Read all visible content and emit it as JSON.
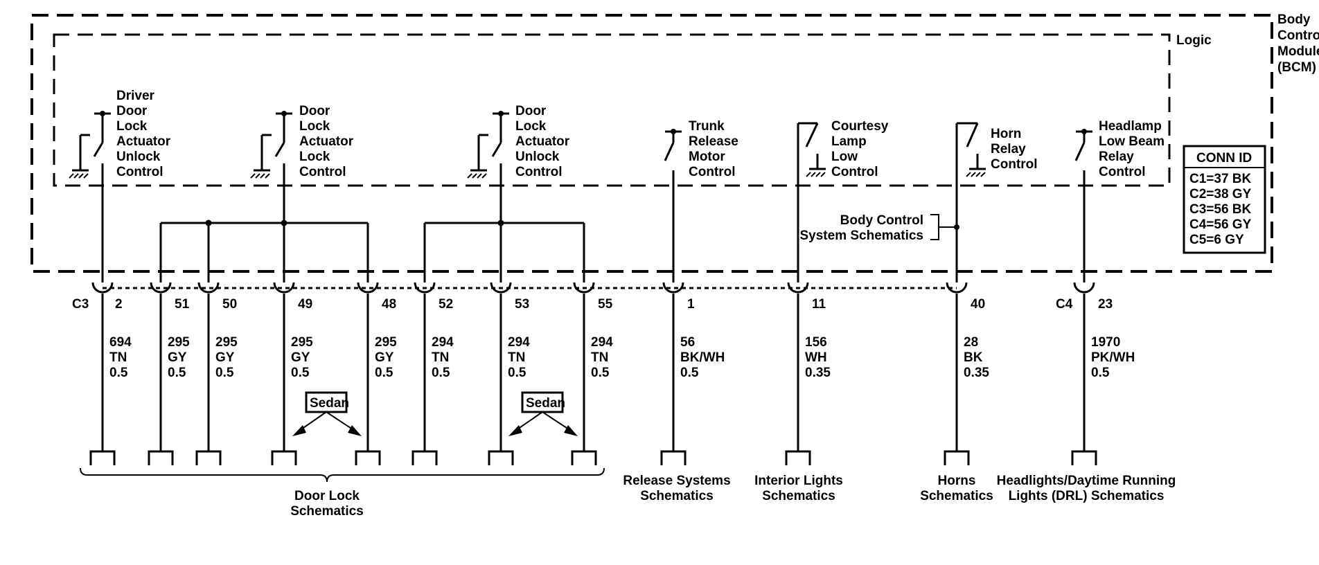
{
  "module": {
    "label_lines": [
      "Body",
      "Control",
      "Module",
      "(BCM)"
    ],
    "logic_label": "Logic"
  },
  "conn_id": {
    "title": "CONN ID",
    "rows": [
      "C1=37 BK",
      "C2=38 GY",
      "C3=56 BK",
      "C4=56 GY",
      "C5=6 GY"
    ]
  },
  "connectors": {
    "c3": "C3",
    "c4": "C4"
  },
  "switches": [
    {
      "id": "driver-door-unlock",
      "lines": [
        "Driver",
        "Door",
        "Lock",
        "Actuator",
        "Unlock",
        "Control"
      ]
    },
    {
      "id": "door-lock",
      "lines": [
        "Door",
        "Lock",
        "Actuator",
        "Lock",
        "Control"
      ]
    },
    {
      "id": "door-unlock",
      "lines": [
        "Door",
        "Lock",
        "Actuator",
        "Unlock",
        "Control"
      ]
    },
    {
      "id": "trunk-release",
      "lines": [
        "Trunk",
        "Release",
        "Motor",
        "Control"
      ]
    },
    {
      "id": "courtesy-lamp",
      "lines": [
        "Courtesy",
        "Lamp",
        "Low",
        "Control"
      ]
    },
    {
      "id": "horn-relay",
      "lines": [
        "Horn",
        "Relay",
        "Control"
      ]
    },
    {
      "id": "headlamp-low-beam",
      "lines": [
        "Headlamp",
        "Low Beam",
        "Relay",
        "Control"
      ]
    }
  ],
  "body_control_ref": [
    "Body Control",
    "System Schematics"
  ],
  "pins": [
    {
      "pin": "2",
      "circuit": "694",
      "color": "TN",
      "gauge": "0.5"
    },
    {
      "pin": "51",
      "circuit": "295",
      "color": "GY",
      "gauge": "0.5"
    },
    {
      "pin": "50",
      "circuit": "295",
      "color": "GY",
      "gauge": "0.5"
    },
    {
      "pin": "49",
      "circuit": "295",
      "color": "GY",
      "gauge": "0.5"
    },
    {
      "pin": "48",
      "circuit": "295",
      "color": "GY",
      "gauge": "0.5"
    },
    {
      "pin": "52",
      "circuit": "294",
      "color": "TN",
      "gauge": "0.5"
    },
    {
      "pin": "53",
      "circuit": "294",
      "color": "TN",
      "gauge": "0.5"
    },
    {
      "pin": "55",
      "circuit": "294",
      "color": "TN",
      "gauge": "0.5"
    },
    {
      "pin": "1",
      "circuit": "56",
      "color": "BK/WH",
      "gauge": "0.5"
    },
    {
      "pin": "11",
      "circuit": "156",
      "color": "WH",
      "gauge": "0.35"
    },
    {
      "pin": "40",
      "circuit": "28",
      "color": "BK",
      "gauge": "0.35"
    },
    {
      "pin": "23",
      "circuit": "1970",
      "color": "PK/WH",
      "gauge": "0.5"
    }
  ],
  "sedan_label": "Sedan",
  "destinations": {
    "door_lock": [
      "Door Lock",
      "Schematics"
    ],
    "release": [
      "Release Systems",
      "Schematics"
    ],
    "interior": [
      "Interior Lights",
      "Schematics"
    ],
    "horns": [
      "Horns",
      "Schematics"
    ],
    "headlights": [
      "Headlights/Daytime Running",
      "Lights (DRL) Schematics"
    ]
  }
}
